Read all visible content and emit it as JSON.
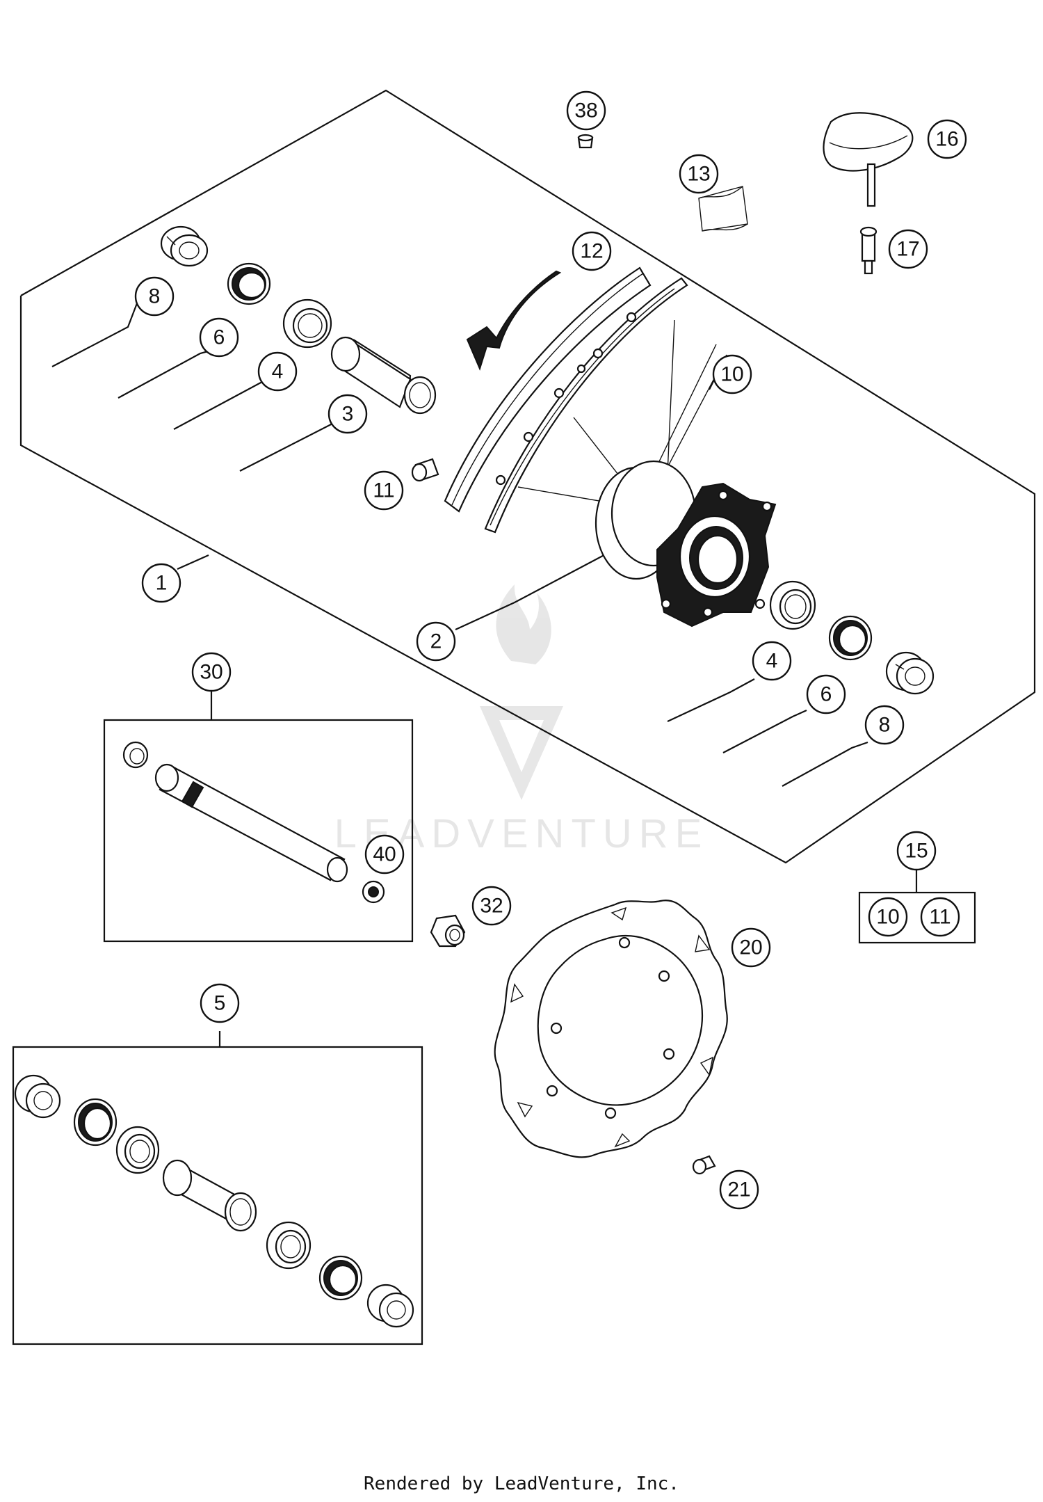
{
  "labels": [
    "1",
    "2",
    "3",
    "4",
    "5",
    "6",
    "8",
    "10",
    "11",
    "12",
    "13",
    "15",
    "16",
    "17",
    "20",
    "21",
    "30",
    "32",
    "38",
    "40"
  ],
  "kit_15_contents": [
    "10",
    "11"
  ],
  "watermark": "LEADVENTURE",
  "footer": "Rendered by LeadVenture, Inc."
}
